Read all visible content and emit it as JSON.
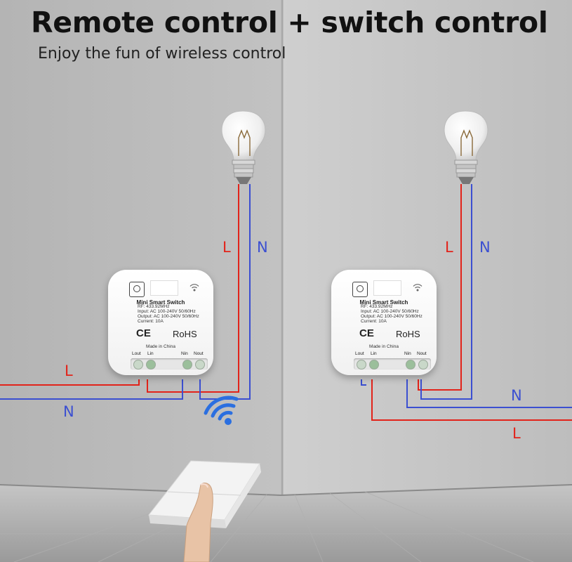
{
  "header": {
    "title": "Remote control + switch control",
    "subtitle": "Enjoy the fun of wireless control"
  },
  "colors": {
    "live_wire": "#e2231a",
    "neutral_wire": "#3b4fd1",
    "wifi": "#2b6fe0"
  },
  "left_scene": {
    "wire_labels": {
      "live_top": "L",
      "neutral_top": "N",
      "live_input": "L",
      "neutral_input": "N"
    }
  },
  "right_scene": {
    "wire_labels": {
      "live_top": "L",
      "neutral_top": "N",
      "neutral_out": "N",
      "live_out": "L"
    }
  },
  "module": {
    "name": "Mini Smart Switch",
    "rf": "RF: 433.92MHz",
    "input": "Input: AC 100-240V 50/60Hz",
    "output": "Output: AC 100-240V 50/60Hz",
    "current": "Current: 10A",
    "ce": "CE",
    "rohs": "RoHS",
    "made_in": "Made in China",
    "terminals": [
      "Lout",
      "Lin",
      "Nin",
      "Nout"
    ]
  },
  "icons": [
    "light-bulb-icon",
    "wifi-signal-icon",
    "wireless-wall-switch",
    "hand"
  ]
}
